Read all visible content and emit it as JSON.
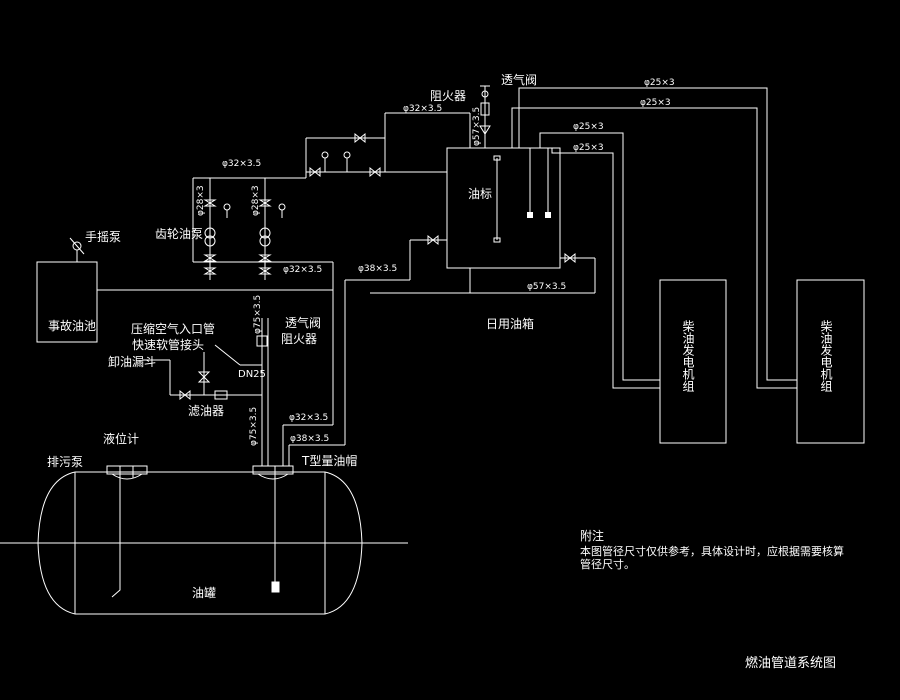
{
  "title": "燃油管道系统图",
  "note": {
    "heading": "附注",
    "line1": "本图管径尺寸仅供参考，具体设计时，应根据需要核算",
    "line2": "管径尺寸。"
  },
  "equipment": {
    "oil_tank": "油罐",
    "daily_tank": "日用油箱",
    "accident_pool": "事故油池",
    "gen1": "柴油发电机组",
    "gen2": "柴油发电机组",
    "oil_gauge": "油标"
  },
  "labels": {
    "hand_pump": "手摇泵",
    "gear_pump": "齿轮油泵",
    "vent_valve_top": "透气阀",
    "flame_arrester_top": "阻火器",
    "vent_valve_mid": "透气阀",
    "flame_arrester_mid": "阻火器",
    "compressed_air": "压缩空气入口管",
    "quick_hose": "快速软管接头",
    "unload_funnel": "卸油漏斗",
    "oil_filter": "滤油器",
    "level_gauge": "液位计",
    "drain_pump": "排污泵",
    "t_cap": "T型量油帽",
    "dn25": "DN25"
  },
  "pipe_sizes": {
    "p32_top": "φ32×3.5",
    "p57_vert": "φ57×3.5",
    "p32_left": "φ32×3.5",
    "p28_a": "φ28×3",
    "p28_b": "φ28×3",
    "p32_mid": "φ32×3.5",
    "p38_mid": "φ38×3.5",
    "p57_bottom": "φ57×3.5",
    "p75_a": "φ75×3.5",
    "p75_b": "φ75×3.5",
    "p32_low": "φ32×3.5",
    "p38_low": "φ38×3.5",
    "p25_a": "φ25×3",
    "p25_b": "φ25×3",
    "p25_c": "φ25×3",
    "p25_d": "φ25×3"
  }
}
